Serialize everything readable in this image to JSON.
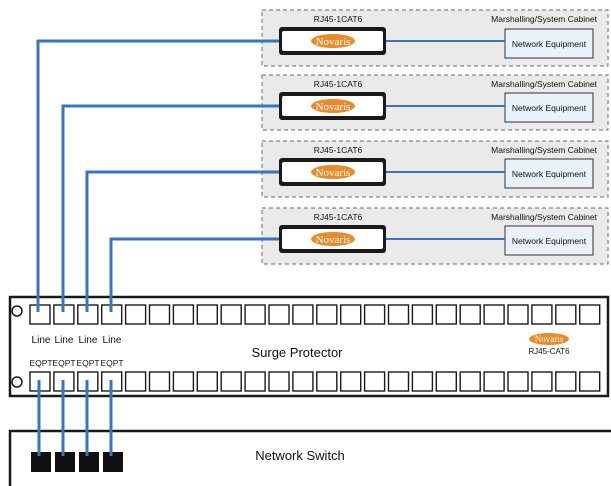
{
  "brand": {
    "name": "Novaris",
    "color": "#e98a2b"
  },
  "colors": {
    "wire": "#3b73c4",
    "cabinet_fill": "#eaeaea",
    "equipment_fill": "#e9f1fa"
  },
  "cabinets": [
    {
      "title": "Marshalling/System Cabinet",
      "protector_model": "RJ45-1CAT6",
      "equipment": "Network Equipment"
    },
    {
      "title": "Marshalling/System Cabinet",
      "protector_model": "RJ45-1CAT6",
      "equipment": "Network Equipment"
    },
    {
      "title": "Marshalling/System Cabinet",
      "protector_model": "RJ45-1CAT6",
      "equipment": "Network Equipment"
    },
    {
      "title": "Marshalling/System Cabinet",
      "protector_model": "RJ45-1CAT6",
      "equipment": "Network Equipment"
    }
  ],
  "surge_protector": {
    "label": "Surge Protector",
    "model": "RJ45-CAT6",
    "line_labels": [
      "Line",
      "Line",
      "Line",
      "Line"
    ],
    "eqpt_labels": [
      "EQPT",
      "EQPT",
      "EQPT",
      "EQPT"
    ]
  },
  "network_switch": {
    "label": "Network Switch"
  }
}
